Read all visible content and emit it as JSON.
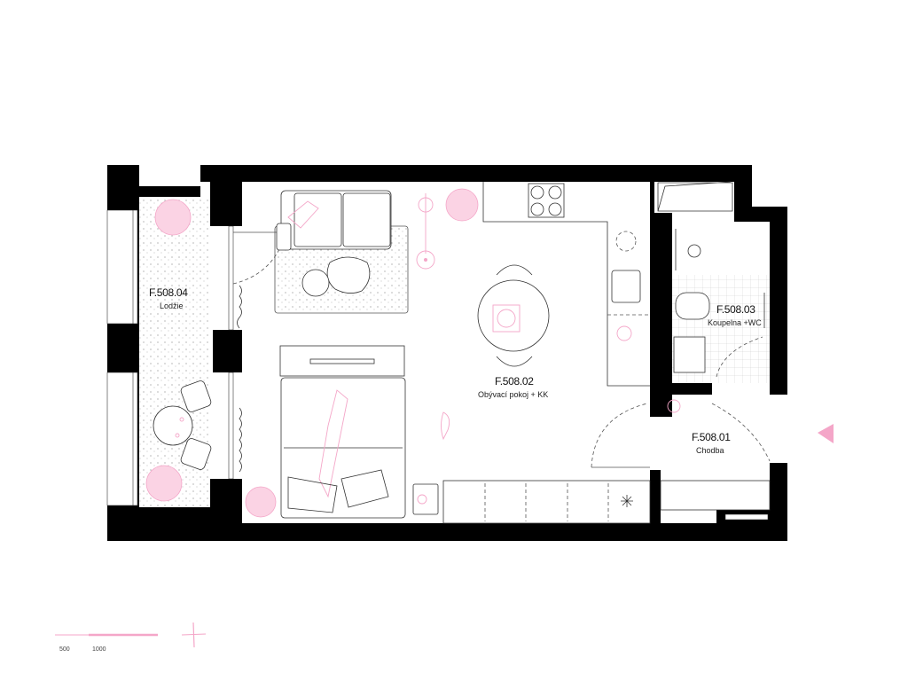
{
  "rooms": [
    {
      "code": "F.508.04",
      "name": "Lodžie"
    },
    {
      "code": "F.508.02",
      "name": "Obývací pokoj + KK"
    },
    {
      "code": "F.508.03",
      "name": "Koupelna +WC"
    },
    {
      "code": "F.508.01",
      "name": "Chodba"
    }
  ],
  "scale_bar": {
    "labels": [
      "500",
      "1000"
    ]
  },
  "colors": {
    "accent": "#f4a6c8",
    "wall": "#000000"
  },
  "icons": [
    "north-cross-icon",
    "section-marker-triangle-icon"
  ]
}
